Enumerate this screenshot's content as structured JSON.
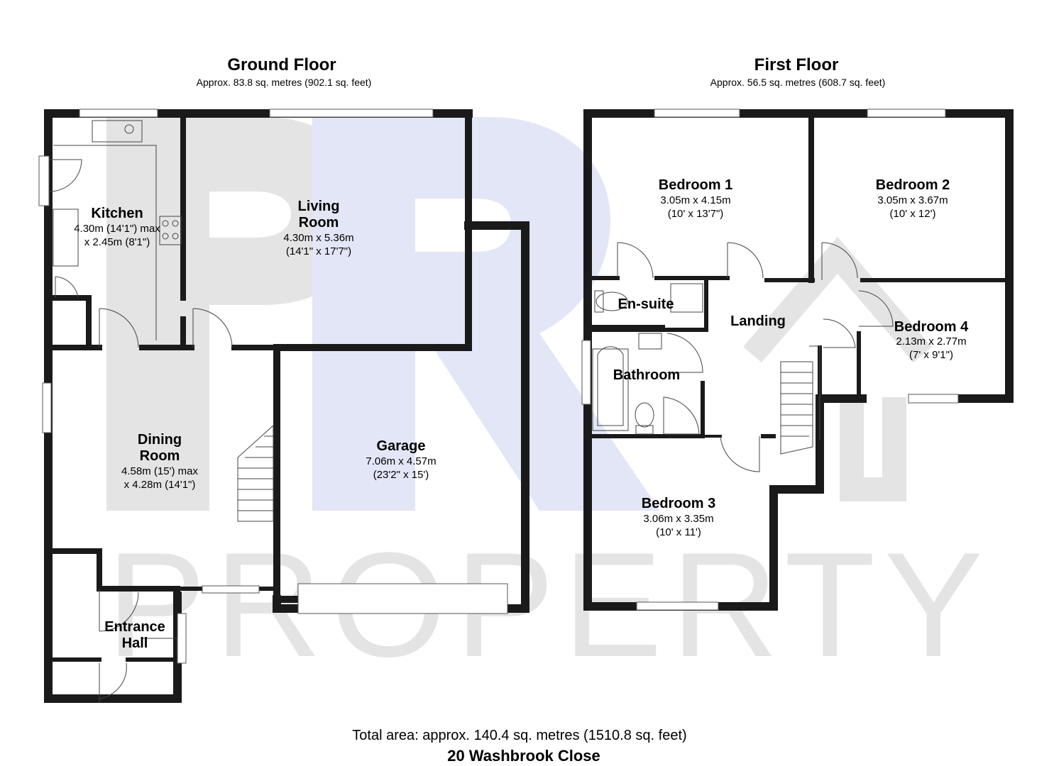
{
  "ground_floor": {
    "title": "Ground Floor",
    "area": "Approx. 83.8 sq. metres (902.1 sq. feet)",
    "rooms": {
      "kitchen": {
        "name": "Kitchen",
        "dim1": "4.30m (14'1\") max",
        "dim2": "x 2.45m (8'1\")"
      },
      "living": {
        "name1": "Living",
        "name2": "Room",
        "dim1": "4.30m x 5.36m",
        "dim2": "(14'1\" x 17'7\")"
      },
      "dining": {
        "name1": "Dining",
        "name2": "Room",
        "dim1": "4.58m (15') max",
        "dim2": "x 4.28m (14'1\")"
      },
      "garage": {
        "name": "Garage",
        "dim1": "7.06m x 4.57m",
        "dim2": "(23'2\" x 15')"
      },
      "entrance": {
        "name1": "Entrance",
        "name2": "Hall"
      }
    }
  },
  "first_floor": {
    "title": "First Floor",
    "area": "Approx. 56.5 sq. metres (608.7 sq. feet)",
    "rooms": {
      "bedroom1": {
        "name": "Bedroom 1",
        "dim1": "3.05m x 4.15m",
        "dim2": "(10' x 13'7\")"
      },
      "bedroom2": {
        "name": "Bedroom 2",
        "dim1": "3.05m x 3.67m",
        "dim2": "(10' x 12')"
      },
      "bedroom3": {
        "name": "Bedroom 3",
        "dim1": "3.06m x 3.35m",
        "dim2": "(10' x 11')"
      },
      "bedroom4": {
        "name": "Bedroom 4",
        "dim1": "2.13m x 2.77m",
        "dim2": "(7' x 9'1\")"
      },
      "ensuite": {
        "name": "En-suite"
      },
      "landing": {
        "name": "Landing"
      },
      "bathroom": {
        "name": "Bathroom"
      }
    }
  },
  "footer": {
    "total_area": "Total area: approx. 140.4 sq. metres (1510.8 sq. feet)",
    "address": "20 Washbrook Close"
  },
  "watermark": {
    "logo_text": "PR",
    "word": "PROPERTY"
  },
  "colors": {
    "wall": "#1a1a1a",
    "floor_fill": "#ffffff",
    "watermark_grey": "#e4e4e4",
    "watermark_blue": "#e2e6f7"
  }
}
